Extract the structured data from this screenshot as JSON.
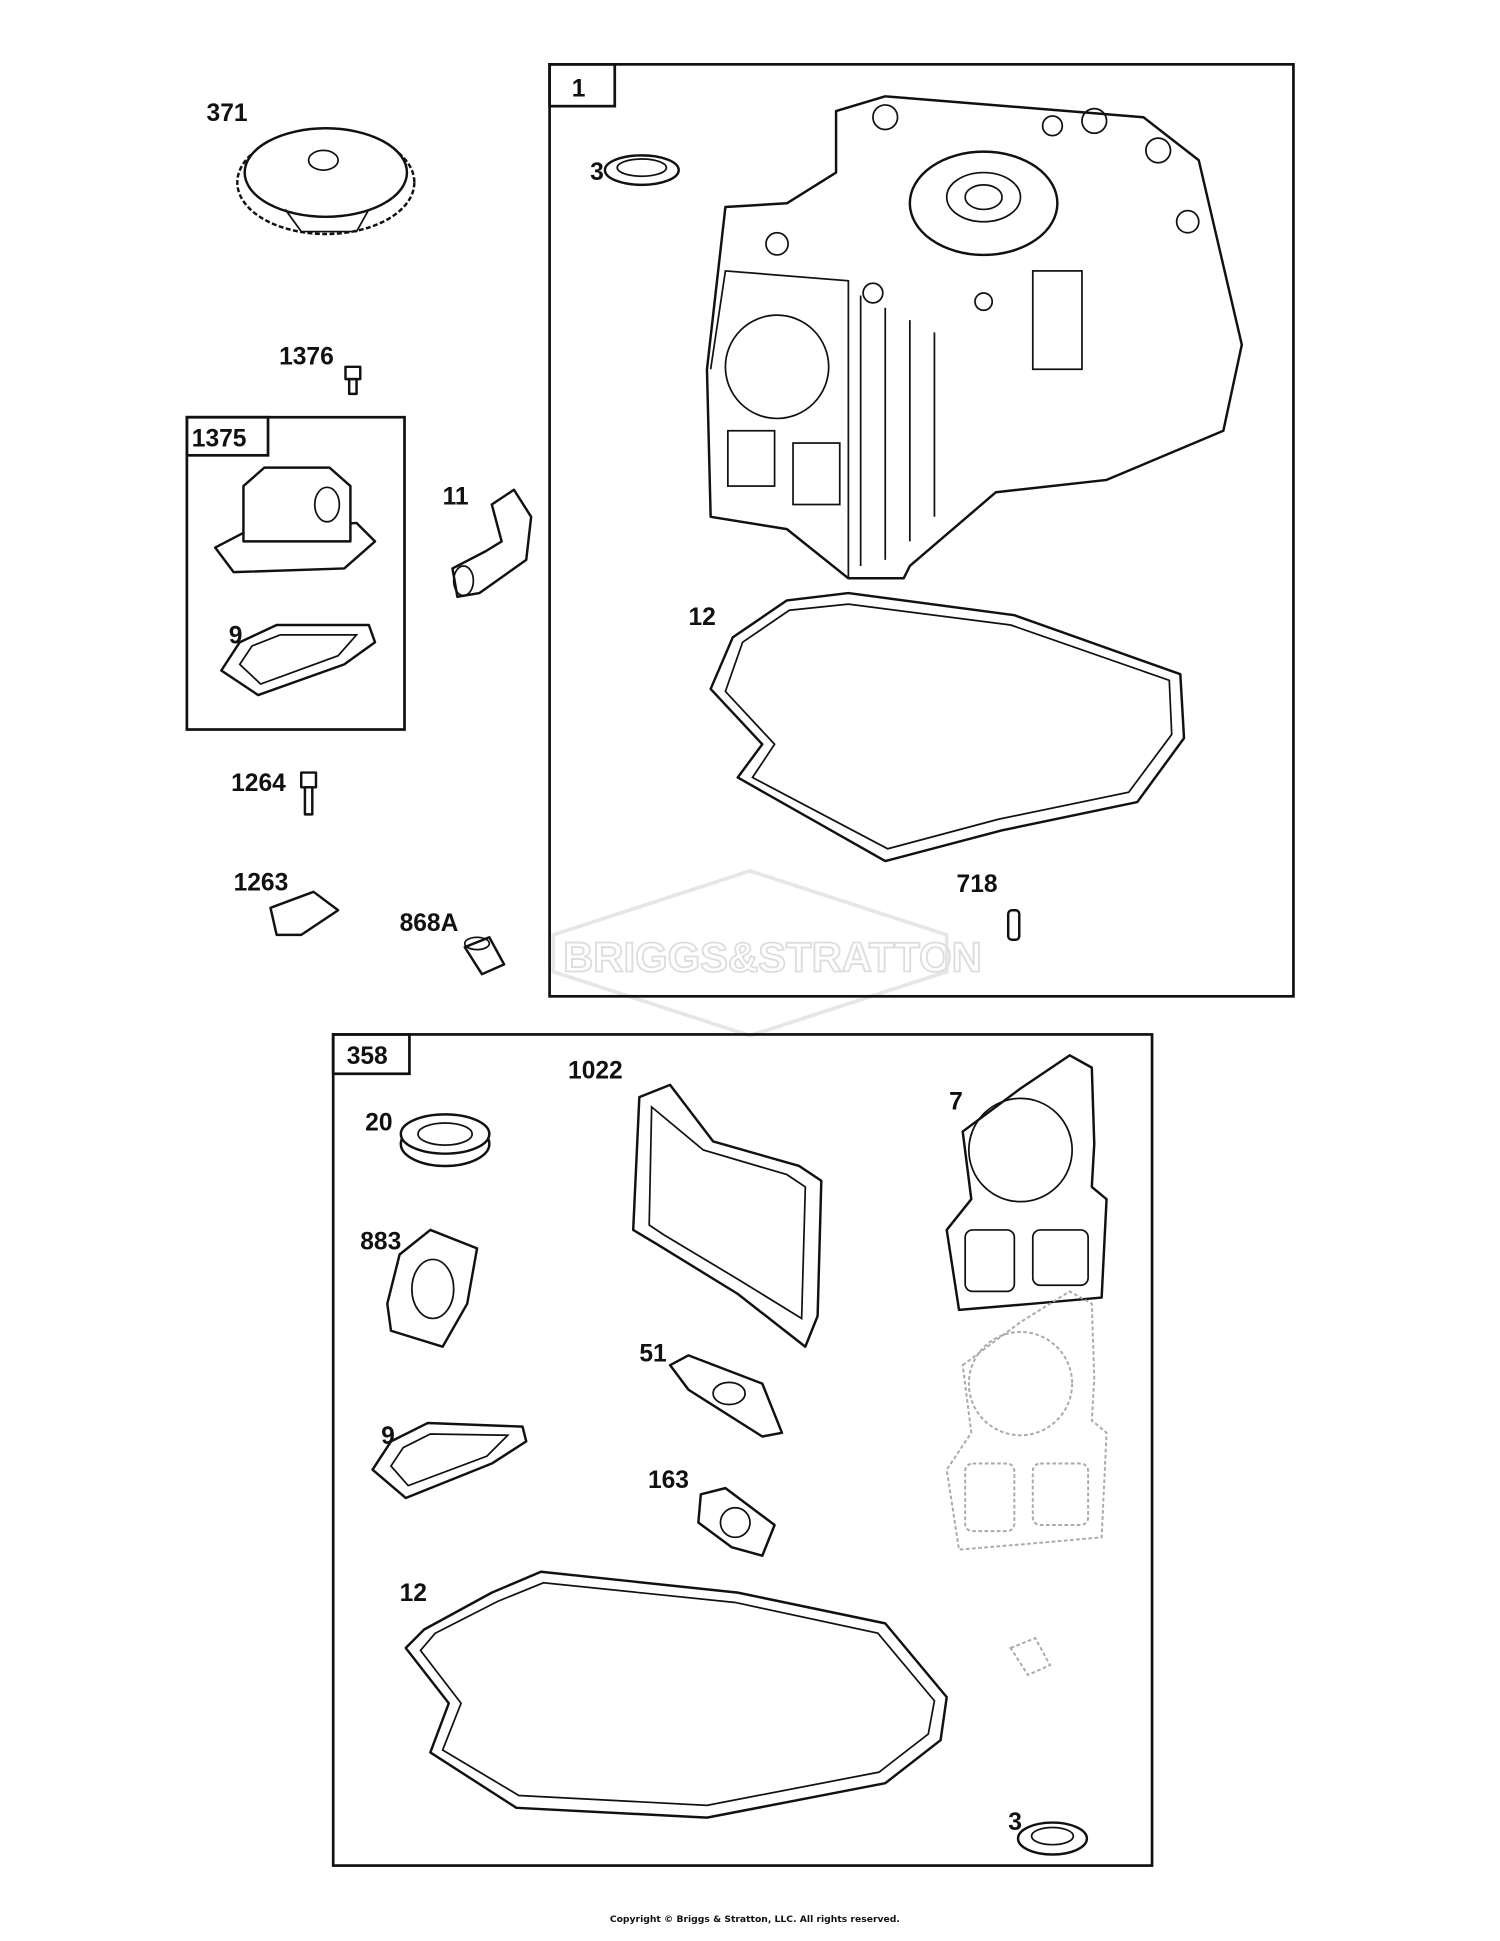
{
  "diagram": {
    "watermark": "BRIGGS&STRATTON",
    "copyright": "Copyright © Briggs & Stratton, LLC. All rights reserved.",
    "groups": [
      {
        "id": "1",
        "label": "1"
      },
      {
        "id": "1375",
        "label": "1375"
      },
      {
        "id": "358",
        "label": "358"
      }
    ],
    "parts": {
      "p371": "371",
      "p1376": "1376",
      "p11": "11",
      "p9a": "9",
      "p1264": "1264",
      "p1263": "1263",
      "p868a": "868A",
      "p3a": "3",
      "p12a": "12",
      "p718": "718",
      "p1022": "1022",
      "p7": "7",
      "p20": "20",
      "p883": "883",
      "p51": "51",
      "p9b": "9",
      "p163": "163",
      "p12b": "12",
      "p3b": "3"
    }
  }
}
